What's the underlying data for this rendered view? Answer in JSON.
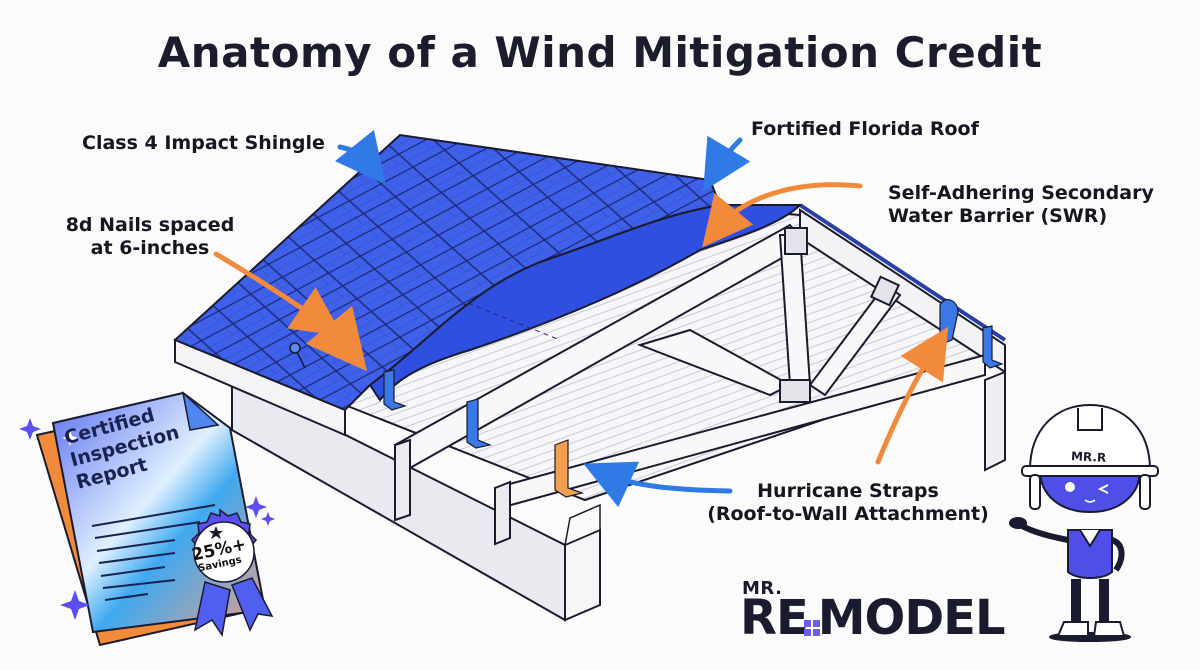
{
  "title": "Anatomy of a Wind Mitigation Credit",
  "callouts": {
    "shingle": "Class 4 Impact Shingle",
    "nails_line1": "8d Nails spaced",
    "nails_line2": "at 6-inches",
    "fortified": "Fortified Florida Roof",
    "swr_line1": "Self-Adhering Secondary",
    "swr_line2": "Water Barrier (SWR)",
    "straps_line1": "Hurricane Straps",
    "straps_line2": "(Roof-to-Wall Attachment)"
  },
  "certificate": {
    "line1": "Certified",
    "line2": "Inspection",
    "line3": "Report",
    "badge_value": "25%+",
    "badge_label": "Savings"
  },
  "logo": {
    "prefix": "MR.",
    "main_left": "RE",
    "main_right": "MODEL"
  },
  "mascot": {
    "helmet_text": "MR.R"
  },
  "colors": {
    "title": "#1c1d2c",
    "shingle_blue": "#3d5ee8",
    "barrier_blue": "#2f4fe0",
    "arrow_blue": "#2f7ae5",
    "arrow_orange": "#f28a3c",
    "accent_purple": "#5b4ff0",
    "strap_orange": "#f0a050",
    "strap_blue": "#3a78e6"
  }
}
